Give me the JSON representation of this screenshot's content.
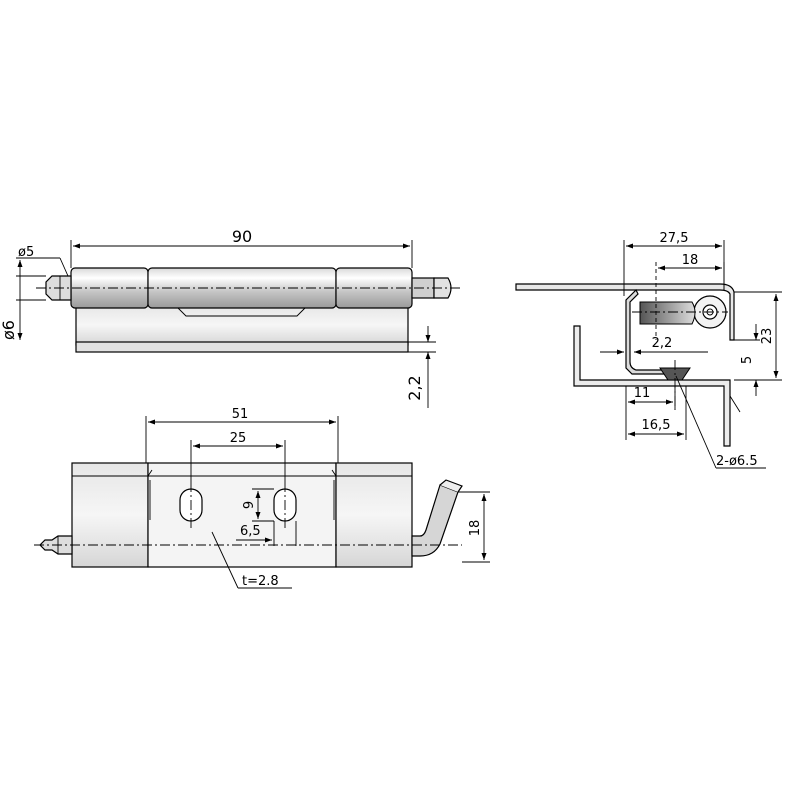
{
  "colors": {
    "line": "#000000",
    "metal_dark": "#b8b8b8",
    "metal_light": "#f2f2f2",
    "background": "#ffffff"
  },
  "dimensions": {
    "front": {
      "overall_length": "90",
      "pin_dia_small": "ø5",
      "pin_dia": "ø6",
      "plate_thickness": "2,2"
    },
    "top": {
      "hole_span": "51",
      "hole_pitch": "25",
      "hole_height": "9",
      "hole_offset": "6,5",
      "width": "18",
      "thickness": "t=2.8"
    },
    "side": {
      "width_total": "27,5",
      "width_inner": "18",
      "gap": "2,2",
      "height": "23",
      "depth": "5",
      "hole_pos": "11",
      "base_width": "16,5",
      "hole_spec": "2-ø6.5"
    }
  }
}
